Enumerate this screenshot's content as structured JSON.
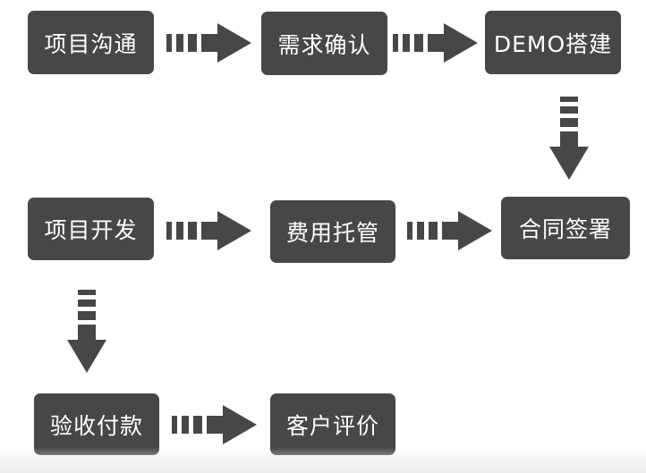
{
  "steps": [
    "项目沟通",
    "需求确认",
    "DEMO搭建",
    "合同签署",
    "费用托管",
    "项目开发",
    "验收付款",
    "客户评价"
  ],
  "colors": {
    "box": "#474747",
    "text": "#ffffff",
    "arrow": "#474747",
    "background": "#ffffff"
  }
}
